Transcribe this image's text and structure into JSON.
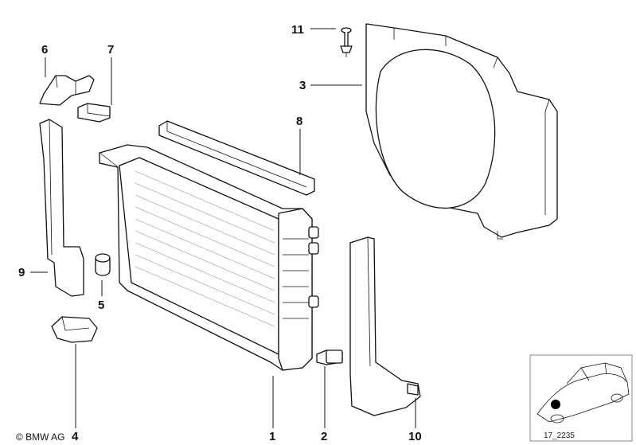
{
  "callouts": [
    {
      "id": "1",
      "label": "1"
    },
    {
      "id": "2",
      "label": "2"
    },
    {
      "id": "3",
      "label": "3"
    },
    {
      "id": "4",
      "label": "4"
    },
    {
      "id": "5",
      "label": "5"
    },
    {
      "id": "6",
      "label": "6"
    },
    {
      "id": "7",
      "label": "7"
    },
    {
      "id": "8",
      "label": "8"
    },
    {
      "id": "9",
      "label": "9"
    },
    {
      "id": "10",
      "label": "10"
    },
    {
      "id": "11",
      "label": "11"
    }
  ],
  "footer": {
    "copyright": "© BMW AG",
    "ref_code": "17_2235"
  }
}
